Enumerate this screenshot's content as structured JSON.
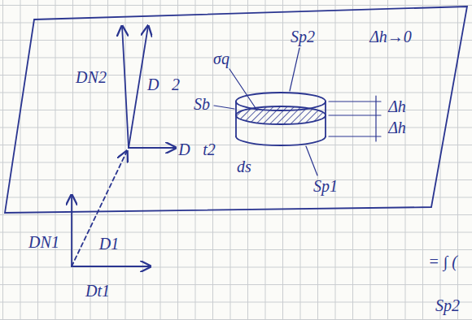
{
  "diagram": {
    "labels": [
      "DN2",
      "D⃗2",
      "D⃗t2",
      "DN1",
      "D1",
      "Dt1",
      "σq",
      "Sp2",
      "Sb",
      "Δh→0",
      "Δh",
      "Δh",
      "ds",
      "Sp1",
      "= ∫ (",
      "Sp2"
    ]
  }
}
